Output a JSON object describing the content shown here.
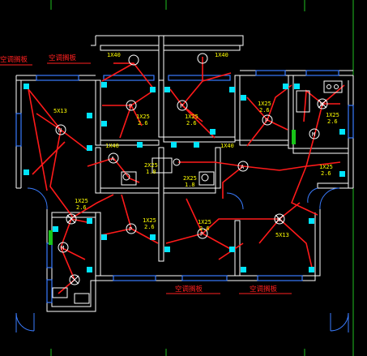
{
  "colors": {
    "background": "#000000",
    "walls": "#ffffff",
    "wiring": "#ff1a1a",
    "fixtures": "#ffffff",
    "sockets": "#00e5ff",
    "window_frames": "#3a7cff",
    "labels": "#ffff00",
    "notes": "#ff2020",
    "fresh_green": "#19c419"
  },
  "annotations": {
    "ac_board_label": "空调搁板"
  },
  "fixture_labels": [
    {
      "text": "1X40"
    },
    {
      "text": "1X40"
    },
    {
      "text": "5X13"
    },
    {
      "text": "1X25"
    },
    {
      "text": "2.6"
    },
    {
      "text": "1X25"
    },
    {
      "text": "2.6"
    },
    {
      "text": "1X25"
    },
    {
      "text": "2.6"
    },
    {
      "text": "1X25"
    },
    {
      "text": "2.6"
    },
    {
      "text": "1X40"
    },
    {
      "text": "1X40"
    },
    {
      "text": "2X25"
    },
    {
      "text": "1.8"
    },
    {
      "text": "2X25"
    },
    {
      "text": "1.8"
    },
    {
      "text": "1X25"
    },
    {
      "text": "2.6"
    },
    {
      "text": "1X25"
    },
    {
      "text": "2.6"
    },
    {
      "text": "1X25"
    },
    {
      "text": "2.6"
    },
    {
      "text": "5X13"
    },
    {
      "text": "1X25"
    },
    {
      "text": "2.6"
    }
  ],
  "symbol_letters": {
    "ceiling_lamp": "P",
    "fan": "N",
    "motor": "M",
    "wall_lamp": "A"
  }
}
